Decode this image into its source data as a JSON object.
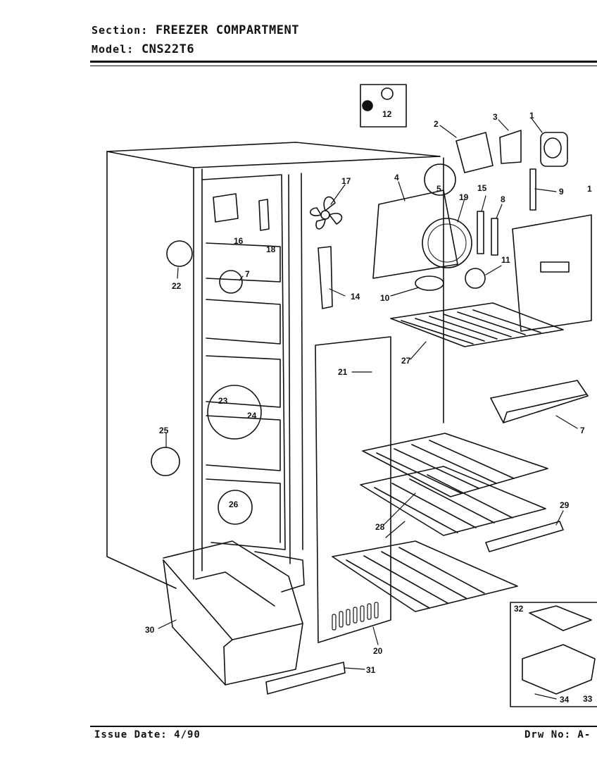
{
  "header": {
    "section_label": "Section:",
    "section_value": "FREEZER COMPARTMENT",
    "model_label": "Model:",
    "model_value": "CNS22T6"
  },
  "footer": {
    "issue_date": "Issue Date: 4/90",
    "drawing_no": "Drw No: A-"
  },
  "callouts": [
    "1",
    "2",
    "3",
    "4",
    "5",
    "7",
    "7",
    "8",
    "9",
    "10",
    "11",
    "12",
    "14",
    "15",
    "16",
    "17",
    "18",
    "19",
    "20",
    "21",
    "22",
    "23",
    "24",
    "25",
    "26",
    "27",
    "28",
    "29",
    "30",
    "31",
    "32",
    "33",
    "34",
    "1"
  ]
}
